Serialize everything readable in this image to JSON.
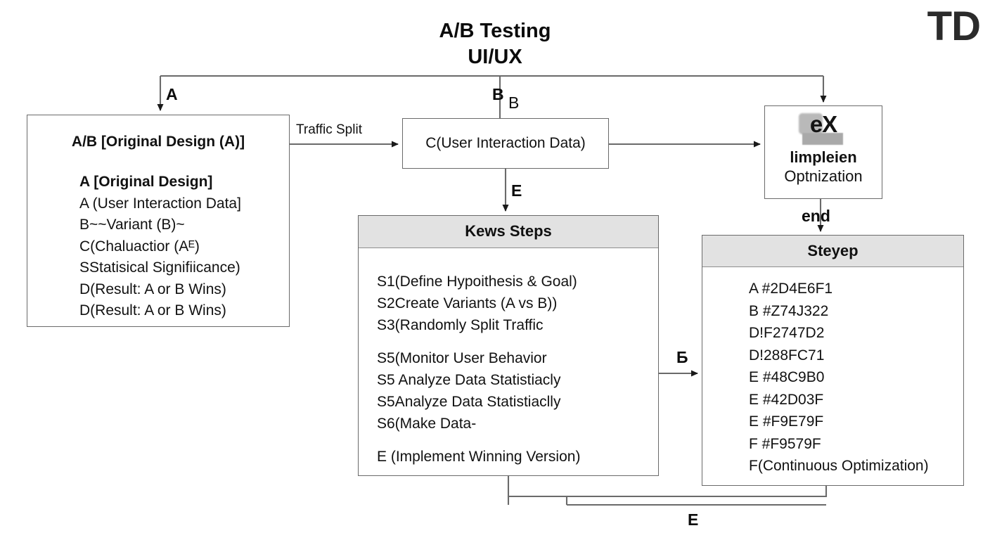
{
  "watermark": "TD",
  "title": {
    "line1": "A/B Testing",
    "line2": "UI/UX"
  },
  "nodes": {
    "ab": {
      "headline": "A/B [Original Design (A)]",
      "lines": [
        "A [Original Design]",
        "A (User Interaction Data]",
        "B~~Variant (B)~",
        "C(Chaluactior (Aᴱ)",
        " SStatisical Signifiicance)",
        "D(Result: A or B Wins)",
        "D(Result: A or B Wins)"
      ]
    },
    "c": {
      "text": "C(User Interaction Data)"
    },
    "optimization": {
      "glyph": "eX",
      "line1": "limpleien",
      "line2": "Optnization"
    },
    "kews": {
      "header": "Kews Steps",
      "lines": [
        "S1(Define Hypoithesis & Goal)",
        "S2Create Variants (A vs B))",
        "S3(Randomly Split Traffic",
        "",
        "S5(Monitor User Behavior",
        "S5 Analyze Data Statistiacly",
        "S5Analyze Data Statistiaclly",
        "S6(Make Data-",
        "",
        "E (Implement Winning Version)"
      ]
    },
    "steyep": {
      "header": "Steyep",
      "lines": [
        "A #2D4E6F1",
        "B #Z74J322",
        "D!F2747D2",
        "D!288FC71",
        "E #48C9B0",
        "E  #42D03F",
        "E #F9E79F",
        "F #F9579F",
        "F(Continuous Optimization)"
      ]
    }
  },
  "edge_labels": {
    "a": "A",
    "b_bold": "B",
    "b_plain": "B",
    "traffic_split": "Traffic Split",
    "e_top": "E",
    "b_cyrillic": "Б",
    "end": "end",
    "e_bottom": "E"
  },
  "colors": {
    "stroke": "#6a6a6a",
    "header_fill": "#e2e2e2",
    "text": "#111111",
    "watermark": "#2b2b2b"
  }
}
